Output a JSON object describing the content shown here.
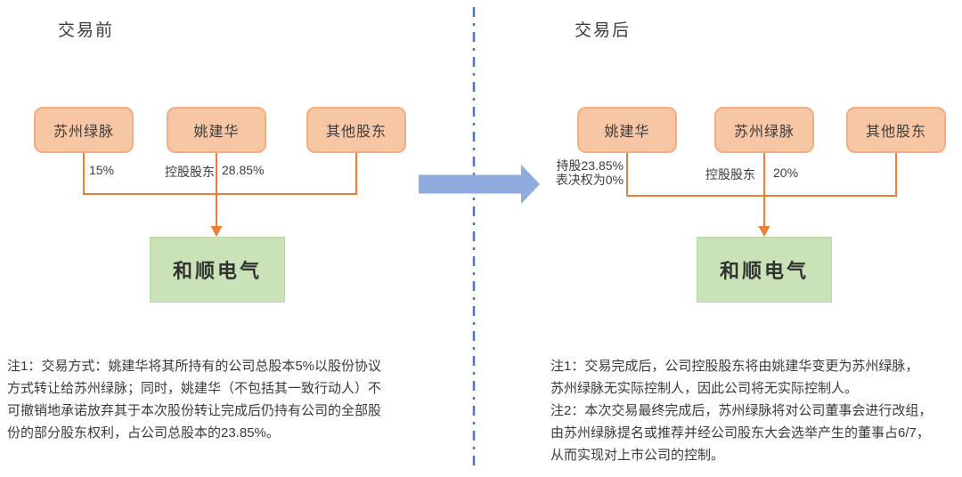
{
  "colors": {
    "shareholder_fill": "#F7C6A4",
    "shareholder_border": "#F2AE81",
    "company_fill": "#C9E2B7",
    "connector_orange": "#ED7D31",
    "divider_blue": "#4C77C9",
    "flow_arrow_blue": "#8FAADC",
    "text": "#3D3D3D"
  },
  "before": {
    "title": "交易前",
    "shareholders": [
      {
        "label": "苏州绿脉"
      },
      {
        "label": "姚建华"
      },
      {
        "label": "其他股东"
      }
    ],
    "labels": {
      "pct_left": "15%",
      "controller_tag": "控股股东",
      "controller_pct": "28.85%"
    },
    "company": "和顺电气",
    "notes": [
      "注1：交易方式：姚建华将其所持有的公司总股本5%以股份协议",
      "方式转让给苏州绿脉；同时，姚建华（不包括其一致行动人）不",
      "可撤销地承诺放弃其于本次股份转让完成后仍持有公司的全部股",
      "份的部分股东权利，占公司总股本的23.85%。"
    ]
  },
  "after": {
    "title": "交易后",
    "shareholders": [
      {
        "label": "姚建华"
      },
      {
        "label": "苏州绿脉"
      },
      {
        "label": "其他股东"
      }
    ],
    "labels": {
      "hold_line1": "持股23.85%",
      "hold_line2": "表决权为0%",
      "controller_tag": "控股股东",
      "controller_pct": "20%"
    },
    "company": "和顺电气",
    "notes": [
      "注1：交易完成后，公司控股股东将由姚建华变更为苏州绿脉，",
      "苏州绿脉无实际控制人，因此公司将无实际控制人。",
      "注2：本次交易最终完成后，苏州绿脉将对公司董事会进行改组，",
      "由苏州绿脉提名或推荐并经公司股东大会选举产生的董事占6/7，",
      "从而实现对上市公司的控制。"
    ]
  }
}
